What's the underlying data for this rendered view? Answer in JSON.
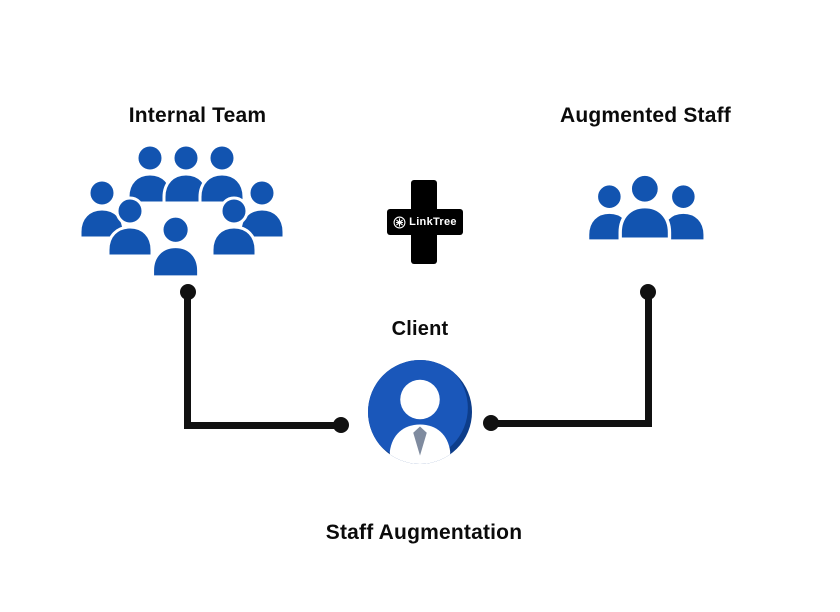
{
  "labels": {
    "internal_team": "Internal Team",
    "augmented_staff": "Augmented Staff",
    "client": "Client",
    "title": "Staff Augmentation"
  },
  "plus": {
    "logo_text": "LinkTree"
  },
  "colors": {
    "person_blue": "#1254b0",
    "client_blue": "#1a57ba",
    "client_dark": "#0d3d8a",
    "tie_gray": "#7f8b9f",
    "line_black": "#111111"
  },
  "diagram": {
    "type": "diagram",
    "nodes": [
      {
        "id": "internal-team",
        "label": "Internal Team",
        "people_count": 8
      },
      {
        "id": "augmented-staff",
        "label": "Augmented Staff",
        "people_count": 3
      },
      {
        "id": "client",
        "label": "Client"
      }
    ],
    "edges": [
      {
        "from": "internal-team",
        "to": "client"
      },
      {
        "from": "augmented-staff",
        "to": "client"
      }
    ],
    "operator": "plus",
    "watermark": "LinkTree"
  }
}
